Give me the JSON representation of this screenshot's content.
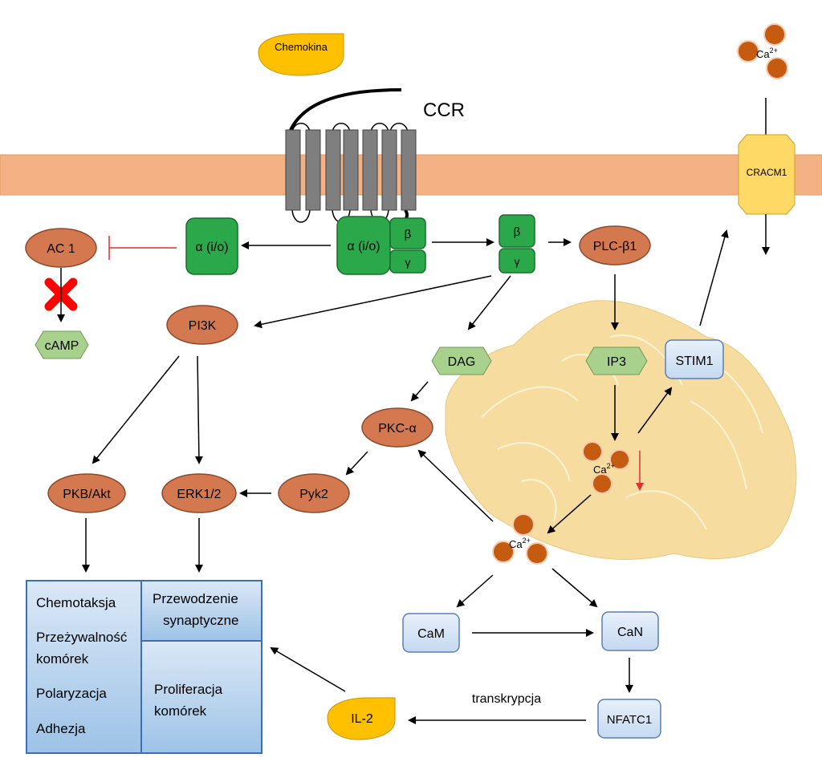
{
  "diagram": {
    "receptor_label": "CCR",
    "ligand_label": "Chemokina",
    "calcium": {
      "symbol": "Ca",
      "charge": "2+"
    },
    "channel_label": "CRACM1",
    "nodes": {
      "alpha_free": "α (i/o)",
      "alpha_bound": "α (i/o)",
      "beta_bound": "β",
      "gamma_bound": "γ",
      "beta_free": "β",
      "gamma_free": "γ",
      "plc": "PLC-β1",
      "ac1": "AC 1",
      "camp": "cAMP",
      "pi3k": "PI3K",
      "dag": "DAG",
      "ip3": "IP3",
      "stim1": "STIM1",
      "pkc": "PKC-α",
      "pkb": "PKB/Akt",
      "erk": "ERK1/2",
      "pyk2": "Pyk2",
      "cam": "CaM",
      "can": "CaN",
      "nfatc1": "NFATC1",
      "il2": "IL-2"
    },
    "edge_label_transcription": "transkrypcja",
    "outcomes_left": [
      "Chemotaksja",
      "Przeżywalność",
      "komórek",
      "Polaryzacja",
      "Adhezja"
    ],
    "outcomes_right_top": [
      "Przewodzenie",
      "synaptyczne"
    ],
    "outcomes_right_bottom": [
      "Proliferacja",
      "komórek"
    ]
  },
  "colors": {
    "membrane": "#f4b183",
    "receptor_helix": "#7f7f7f",
    "g_protein": "#2aa84a",
    "enzyme": "#d47850",
    "messenger": "#a9d18e",
    "calcium_ion": "#c55a11",
    "channel": "#ffd966",
    "ligand": "#ffc000",
    "er": "#f7dca0",
    "blue_node": "#dbe8f7",
    "inhibition": "#e03030",
    "block_cross": "#ff0000"
  }
}
